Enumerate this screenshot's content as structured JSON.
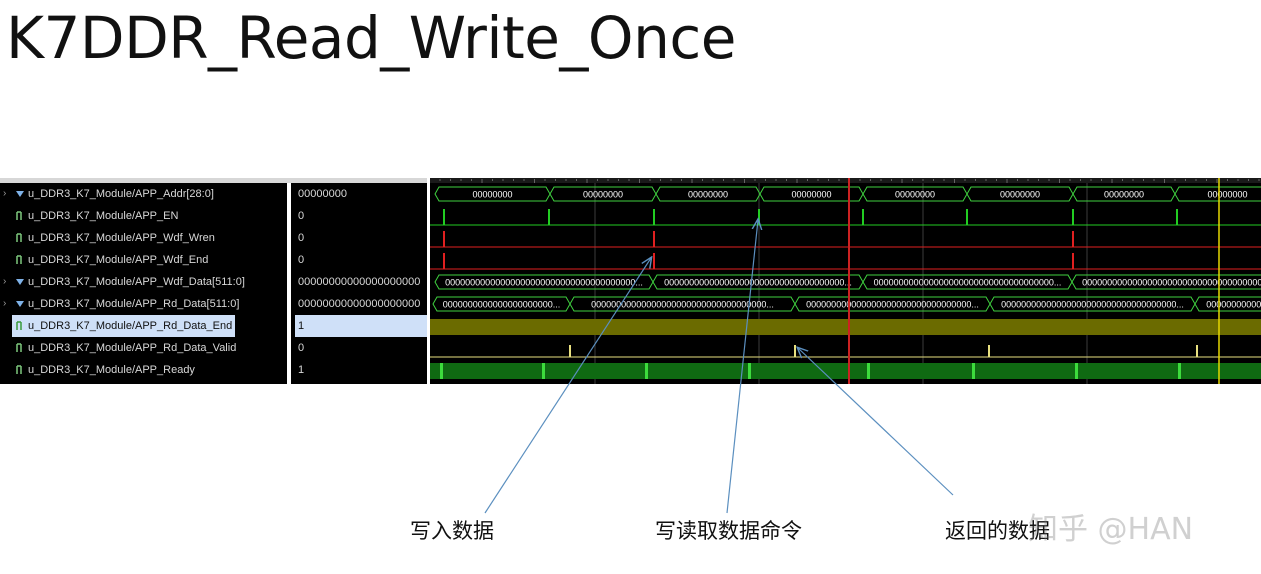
{
  "title": "K7DDR_Read_Write_Once",
  "signals": [
    {
      "name": "u_DDR3_K7_Module/APP_Addr[28:0]",
      "value": "00000000",
      "expandable": true,
      "type": "bus"
    },
    {
      "name": "u_DDR3_K7_Module/APP_EN",
      "value": "0",
      "expandable": false,
      "type": "bit"
    },
    {
      "name": "u_DDR3_K7_Module/APP_Wdf_Wren",
      "value": "0",
      "expandable": false,
      "type": "bit"
    },
    {
      "name": "u_DDR3_K7_Module/APP_Wdf_End",
      "value": "0",
      "expandable": false,
      "type": "bit"
    },
    {
      "name": "u_DDR3_K7_Module/APP_Wdf_Data[511:0]",
      "value": "00000000000000000000",
      "expandable": true,
      "type": "bus"
    },
    {
      "name": "u_DDR3_K7_Module/APP_Rd_Data[511:0]",
      "value": "00000000000000000000",
      "expandable": true,
      "type": "bus"
    },
    {
      "name": "u_DDR3_K7_Module/APP_Rd_Data_End",
      "value": "1",
      "expandable": false,
      "type": "bit",
      "selected": true
    },
    {
      "name": "u_DDR3_K7_Module/APP_Rd_Data_Valid",
      "value": "0",
      "expandable": false,
      "type": "bit"
    },
    {
      "name": "u_DDR3_K7_Module/APP_Ready",
      "value": "1",
      "expandable": false,
      "type": "bit"
    }
  ],
  "waveform": {
    "addr_segment_label": "00000000",
    "wdf_data_label": "0000000000000000000000000000000000000000...",
    "rd_data_label": "00000000000000000000000000000000000...",
    "colors": {
      "background": "#000000",
      "bus": "#3fd13f",
      "pulse_green": "#22cc22",
      "pulse_red": "#e02020",
      "selected_band": "#6b6b00",
      "cursor_red": "#cc2222",
      "cursor_yellow": "#e6d800",
      "grid": "#555555"
    }
  },
  "annotations": {
    "write_data": "写入数据",
    "write_read_cmd": "写读取数据命令",
    "return_data": "返回的数据"
  },
  "watermark": "知乎 @HAN"
}
